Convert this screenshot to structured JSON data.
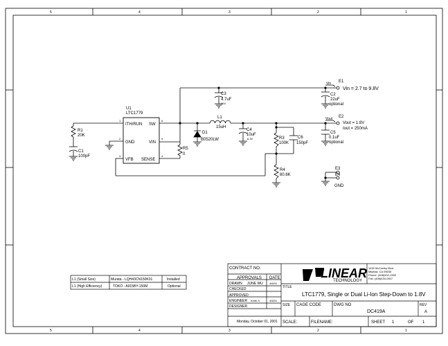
{
  "border": {
    "top_numbers": [
      "5",
      "4",
      "3",
      "2",
      "1"
    ],
    "bottom_numbers": [
      "5",
      "4",
      "3",
      "2",
      "1"
    ]
  },
  "ic": {
    "ref": "U1",
    "part": "LTC1779",
    "pin_ith": "ITH/RUN",
    "pin_gnd": "GND",
    "pin_vfb": "VFB",
    "pin_sw": "SW",
    "pin_vin": "VIN",
    "pin_sense": "SENSE",
    "pinnum_ith": "1",
    "pinnum_gnd": "2",
    "pinnum_vfb": "3",
    "pinnum_sw": "6",
    "pinnum_vin": "5",
    "pinnum_sense": "4"
  },
  "parts": {
    "r1_ref": "R1",
    "r1_val": "20K",
    "c1_ref": "C1",
    "c1_val": "100pF",
    "r5_ref": "R5",
    "r5_val": "0",
    "d1_ref": "D1",
    "d1_val": "B0520LW",
    "l1_ref": "L1",
    "l1_val": "15uH",
    "c3_ref": "C3",
    "c3_val": "4.7uF",
    "c3_v": "10V",
    "c4_ref": "C4",
    "c4_val": "10uF",
    "c4_v": "6.3V",
    "r3_ref": "R3",
    "r3_val": "100K",
    "c6_ref": "C6",
    "c6_val": "150pF",
    "r4_ref": "R4",
    "r4_val": "80.6K",
    "c2_ref": "C2",
    "c2_val": "22uF",
    "c2_opt": "optional",
    "c5_ref": "C5",
    "c5_val": "0.1uF",
    "c5_opt": "optional"
  },
  "nets": {
    "vin_tag": "Vin",
    "vin_term": "E1",
    "vin_label": "Vin = 2.7 to 9.8V",
    "vout_tag": "Vout",
    "vout_term": "E2",
    "vout_label": "Vout = 1.8V",
    "iout_label": "Iout = 250mA",
    "gnd_term_a": "E3",
    "gnd_term_b": "E4",
    "gnd_label": "GND"
  },
  "inductor_table": {
    "rows": [
      [
        "L1 (Small Size)",
        "Murata - LQH43CN150K01",
        "Installed"
      ],
      [
        "L1 (High Efficiency)",
        "TOKO - A915BY-150M",
        "Optional"
      ]
    ]
  },
  "title_block": {
    "contract_no": "CONTRACT NO.",
    "approvals": "APPROVALS",
    "date": "DATE",
    "drawn": "DRAWN",
    "drawn_by": "JUNE WU",
    "drawn_date": "4/6/01",
    "checked": "CHECKED",
    "approved": "APPROVED",
    "engineer": "ENGINEER",
    "engineer_name": "Keith S.",
    "engineer_date": "4/6/01",
    "designer": "DESIGNER",
    "print_date": "Monday, October 01, 2001",
    "company": "LINEAR",
    "company_sub": "TECHNOLOGY",
    "addr1": "1630 McCarthy Blvd.",
    "addr2": "Milpitas, CA 95035",
    "addr3": "Phone: (408)432-1900",
    "addr4": "Fax: (408)434-0507",
    "title_label": "TITLE",
    "title": "LTC1779, Single or Dual Li-Ion Step-Down to 1.8V",
    "size_label": "SIZE",
    "cage_label": "CAGE CODE",
    "dwg_label": "DWG NO",
    "dwg_no": "DC419A",
    "rev_label": "REV",
    "rev": "A",
    "scale_label": "SCALE:",
    "filename_label": "FILENAME:",
    "sheet_label": "SHEET",
    "sheet": "1",
    "of_label": "OF",
    "of": "1"
  }
}
